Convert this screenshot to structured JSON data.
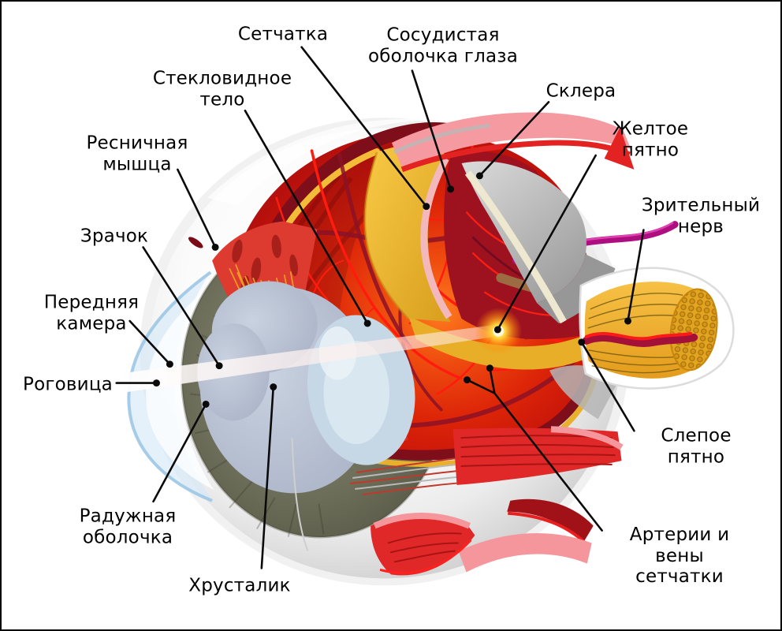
{
  "diagram": {
    "subject": "eye-anatomy-cross-section",
    "language": "ru",
    "background_color": "#ffffff",
    "border_color": "#000000",
    "leader_line_color": "#0a0a0a"
  },
  "labels": [
    {
      "id": "retina",
      "text": "Сетчатка"
    },
    {
      "id": "choroid",
      "text": "Сосудистая\nоболочка глаза"
    },
    {
      "id": "sclera",
      "text": "Склера"
    },
    {
      "id": "macula",
      "text": "Желтое пятно"
    },
    {
      "id": "optic-nerve",
      "text": "Зрительный\nнерв"
    },
    {
      "id": "blind-spot",
      "text": "Слепое пятно"
    },
    {
      "id": "retinal-vessels",
      "text": "Артерии и вены\nсетчатки"
    },
    {
      "id": "lens",
      "text": "Хрусталик"
    },
    {
      "id": "iris",
      "text": "Радужная\nоболочка"
    },
    {
      "id": "cornea",
      "text": "Роговица"
    },
    {
      "id": "anterior-chamber",
      "text": "Передняя\nкамера"
    },
    {
      "id": "pupil",
      "text": "Зрачок"
    },
    {
      "id": "ciliary-muscle",
      "text": "Ресничная\nмышца"
    },
    {
      "id": "vitreous-body",
      "text": "Стекловидное\nтело"
    }
  ],
  "colors": {
    "sclera_ball": "#e9e9e9",
    "cornea_blue": "#bcd9ee",
    "iris_olive": "#6f705c",
    "lens_gray_blue": "#b8c0d2",
    "lens_core": "#d9e7f0",
    "interior_red": "#cc1408",
    "interior_rim_maroon": "#7e0e1a",
    "vessel_bright_red": "#ff1c0e",
    "vessel_dark_maroon": "#8c1226",
    "retina_flap_gold": "#f2bc38",
    "flap_edge_pink": "#f2b8bc",
    "choroid_dark_red": "#9e1220",
    "vortex_vein_magenta": "#ad0f80",
    "sclera_flap_gray": "#b9b9b9",
    "sclera_flap_cream": "#efe8d0",
    "brown_band": "#9c6b42",
    "muscle_red": "#e02828",
    "muscle_pink": "#f4969b",
    "optic_nerve_gold": "#f1b33a",
    "nerve_vessel_crimson": "#a31038",
    "macula_yellow": "#ffd23a",
    "light_beam": "#fff5f2"
  }
}
